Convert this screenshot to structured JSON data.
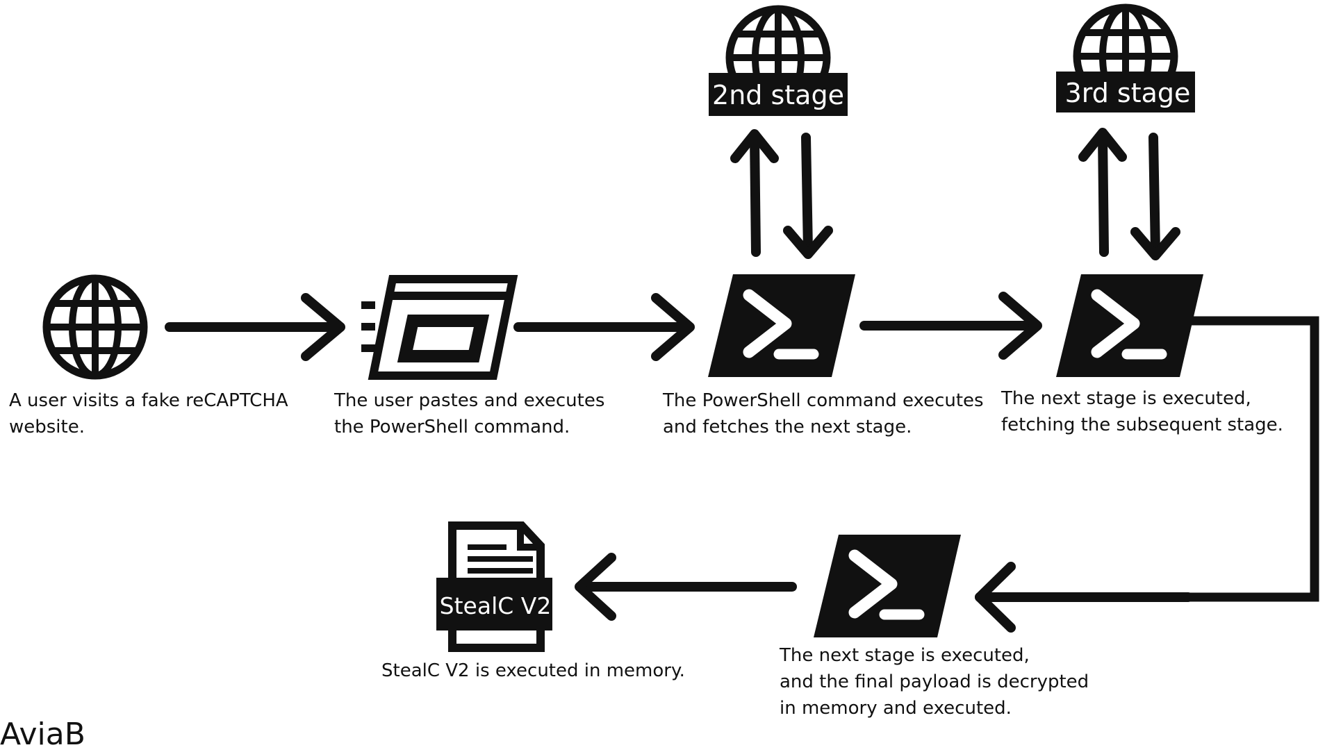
{
  "colors": {
    "ink": "#111111",
    "background": "#ffffff",
    "label_text": "#ffffff"
  },
  "nodes": {
    "website": {
      "icon": "globe-icon",
      "caption": [
        "A user visits a fake reCAPTCHA",
        "website."
      ]
    },
    "clipboard": {
      "icon": "paste-window-icon",
      "caption": [
        "The user pastes and executes",
        "the PowerShell command."
      ]
    },
    "powershell_1": {
      "icon": "powershell-icon",
      "caption": [
        "The PowerShell command executes",
        "and fetches the next stage."
      ]
    },
    "stage2": {
      "icon": "globe-icon",
      "label": "2nd stage"
    },
    "powershell_2": {
      "icon": "powershell-icon",
      "caption": [
        "The next stage is executed,",
        "fetching the subsequent stage."
      ]
    },
    "stage3": {
      "icon": "globe-icon",
      "label": "3rd stage"
    },
    "powershell_3": {
      "icon": "powershell-icon",
      "caption": [
        "The next stage is executed,",
        "and the final payload is decrypted",
        "in memory and executed."
      ]
    },
    "payload": {
      "icon": "document-icon",
      "label": "StealC V2",
      "caption": [
        "StealC V2 is executed in memory."
      ]
    }
  },
  "watermark": "AviaB"
}
